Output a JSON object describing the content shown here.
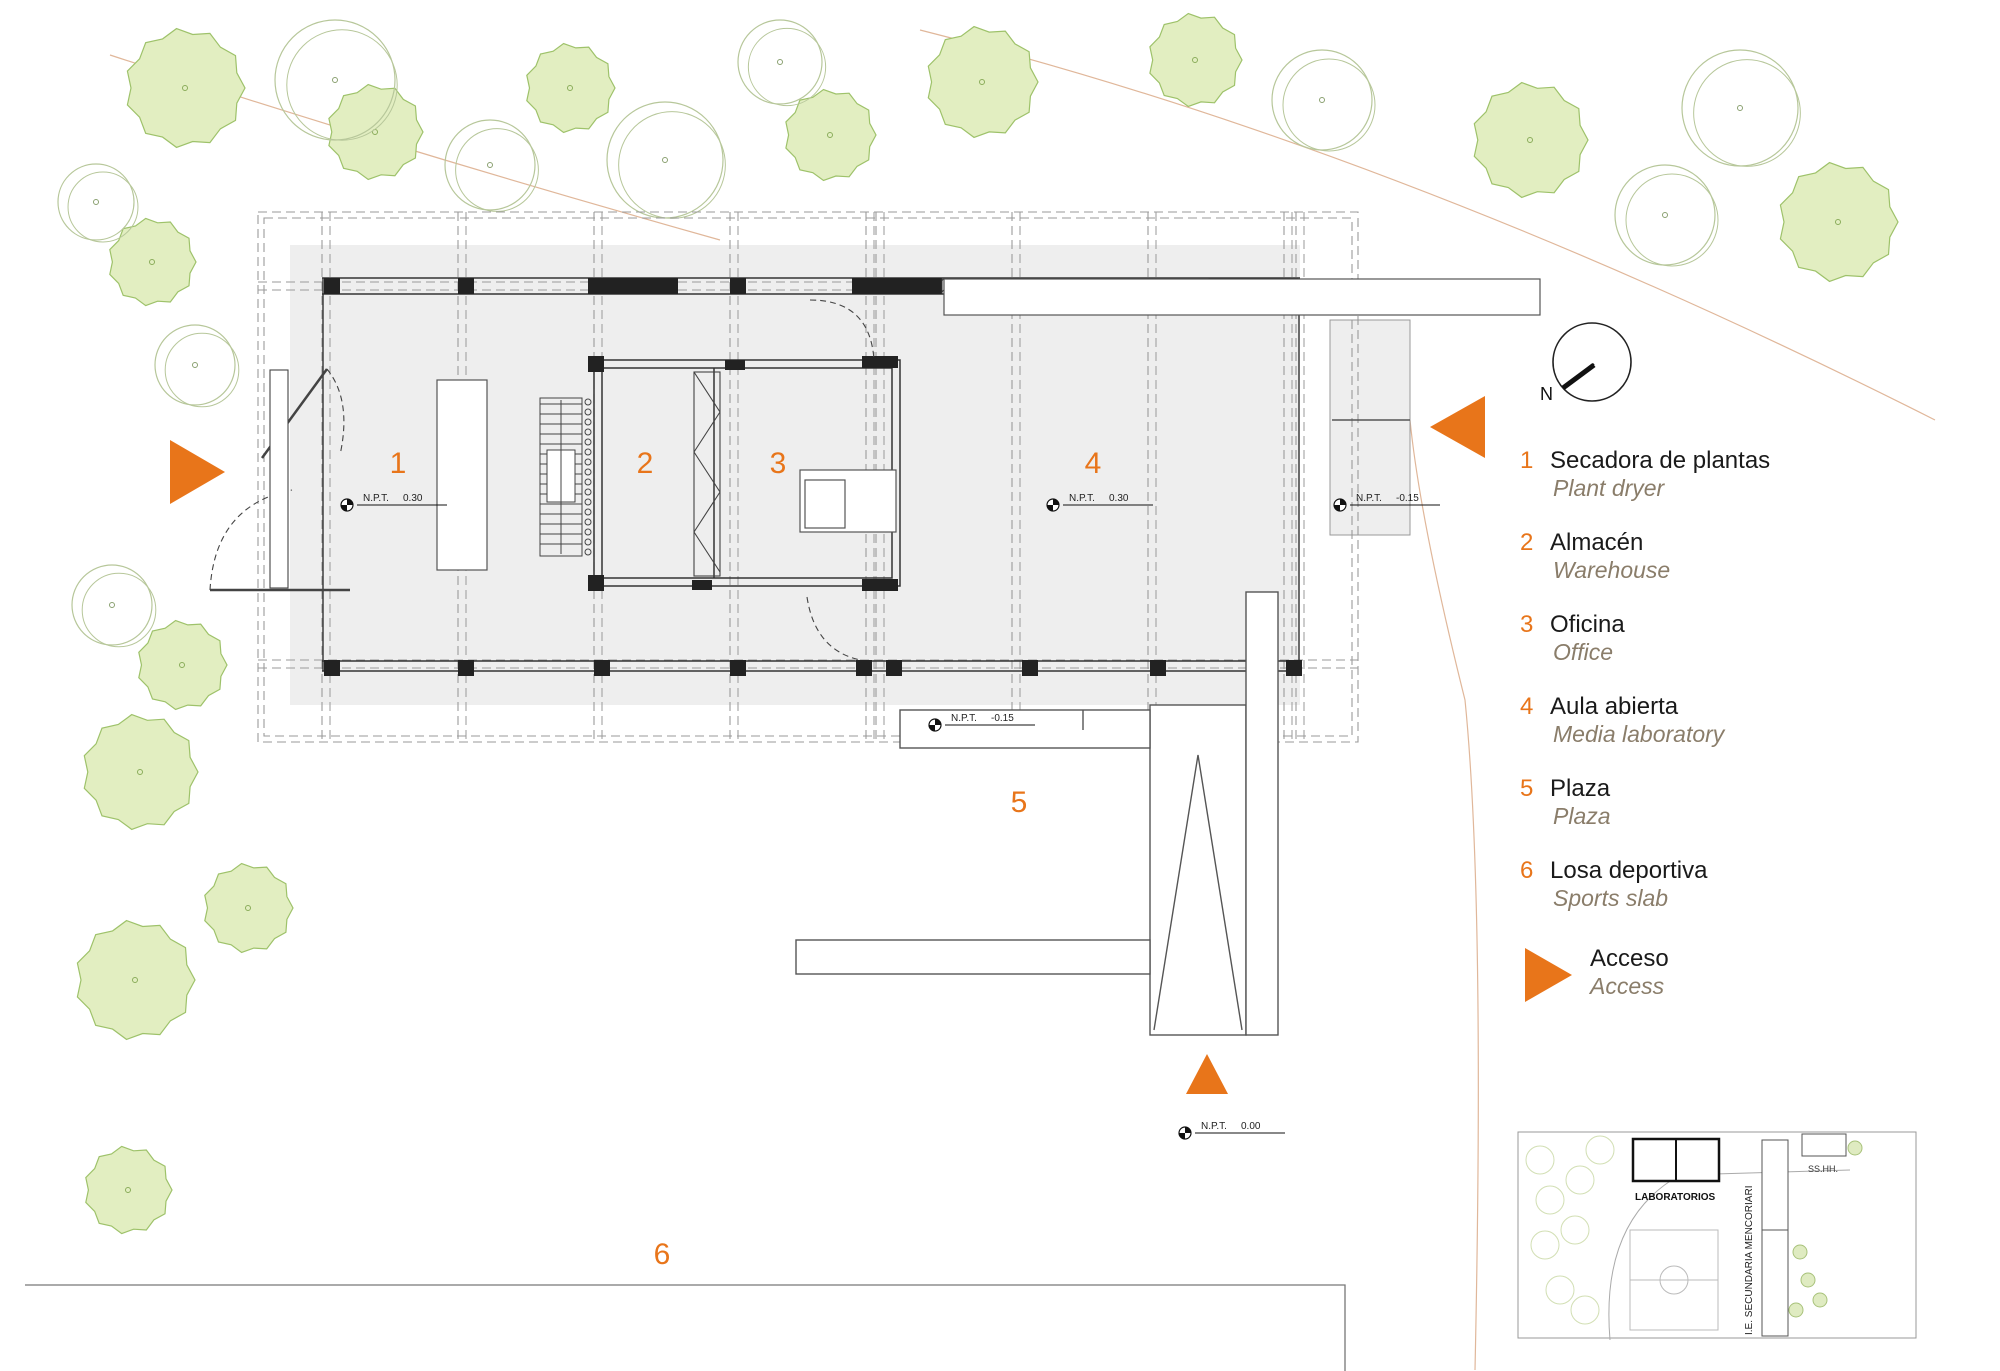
{
  "rooms": [
    {
      "num": "1"
    },
    {
      "num": "2"
    },
    {
      "num": "3"
    },
    {
      "num": "4"
    },
    {
      "num": "5"
    },
    {
      "num": "6"
    }
  ],
  "levels": [
    {
      "label": "N.P.T.",
      "value": "0.30"
    },
    {
      "label": "N.P.T.",
      "value": "0.30"
    },
    {
      "label": "N.P.T.",
      "value": "-0.15"
    },
    {
      "label": "N.P.T.",
      "value": "-0.15"
    },
    {
      "label": "N.P.T.",
      "value": "0.00"
    }
  ],
  "north": {
    "label": "N"
  },
  "legend": [
    {
      "num": "1",
      "es": "Secadora de plantas",
      "en": "Plant dryer"
    },
    {
      "num": "2",
      "es": "Almacén",
      "en": "Warehouse"
    },
    {
      "num": "3",
      "es": "Oficina",
      "en": "Office"
    },
    {
      "num": "4",
      "es": "Aula abierta",
      "en": "Media laboratory"
    },
    {
      "num": "5",
      "es": "Plaza",
      "en": "Plaza"
    },
    {
      "num": "6",
      "es": "Losa deportiva",
      "en": "Sports slab"
    }
  ],
  "access": {
    "es": "Acceso",
    "en": "Access"
  },
  "inset": {
    "building": "LABORATORIOS",
    "school": "I.E. SECUNDARIA MENCORIARI",
    "toilets": "SS.HH."
  },
  "colors": {
    "accent": "#e8751a",
    "tree_fill": "#e2eec1",
    "tree_edge": "#9ec26a",
    "slab": "#eeeeee",
    "wall": "#222222"
  }
}
